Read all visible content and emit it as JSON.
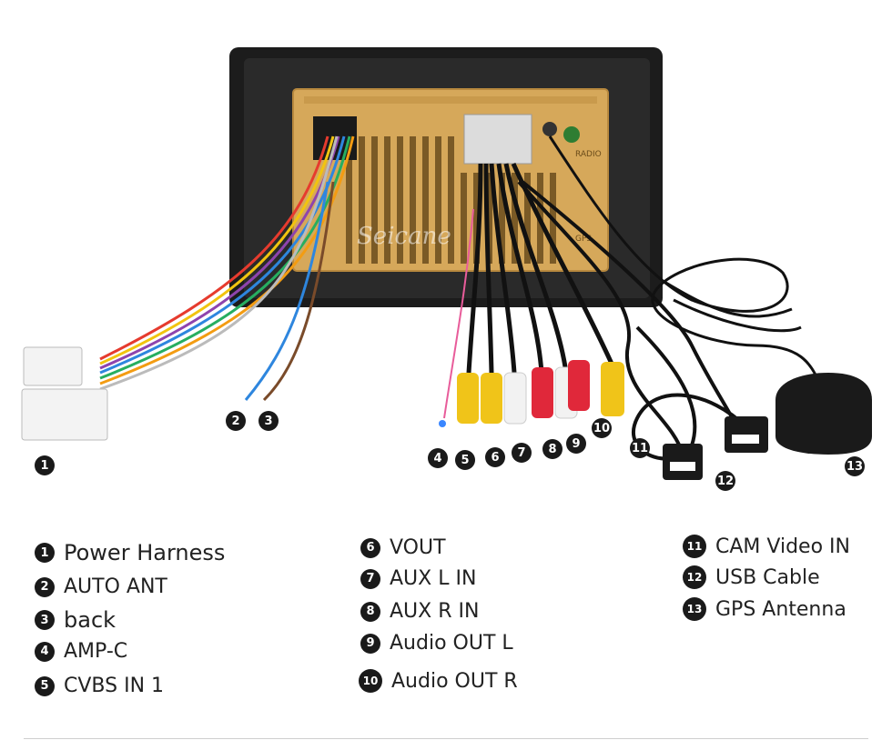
{
  "watermark": "Seicane",
  "callouts": [
    "1",
    "2",
    "3",
    "4",
    "5",
    "6",
    "7",
    "8",
    "9",
    "10",
    "11",
    "12",
    "13"
  ],
  "legend": [
    {
      "num": "1",
      "label": "Power Harness"
    },
    {
      "num": "2",
      "label": "AUTO ANT"
    },
    {
      "num": "3",
      "label": "back"
    },
    {
      "num": "4",
      "label": "AMP-C"
    },
    {
      "num": "5",
      "label": "CVBS IN 1"
    },
    {
      "num": "6",
      "label": "VOUT"
    },
    {
      "num": "7",
      "label": "AUX L IN"
    },
    {
      "num": "8",
      "label": "AUX R IN"
    },
    {
      "num": "9",
      "label": "Audio OUT L"
    },
    {
      "num": "10",
      "label": "Audio OUT R"
    },
    {
      "num": "11",
      "label": "CAM Video IN"
    },
    {
      "num": "12",
      "label": "USB Cable"
    },
    {
      "num": "13",
      "label": "GPS Antenna"
    }
  ],
  "panel_labels": [
    "RADIO",
    "GPS"
  ],
  "colors": {
    "frame": "#1c1c1c",
    "panel": "#d6a85a",
    "rca_yellow": "#f0c419",
    "rca_red": "#e0283a",
    "rca_white": "#f2f2f2",
    "cable": "#111111"
  }
}
